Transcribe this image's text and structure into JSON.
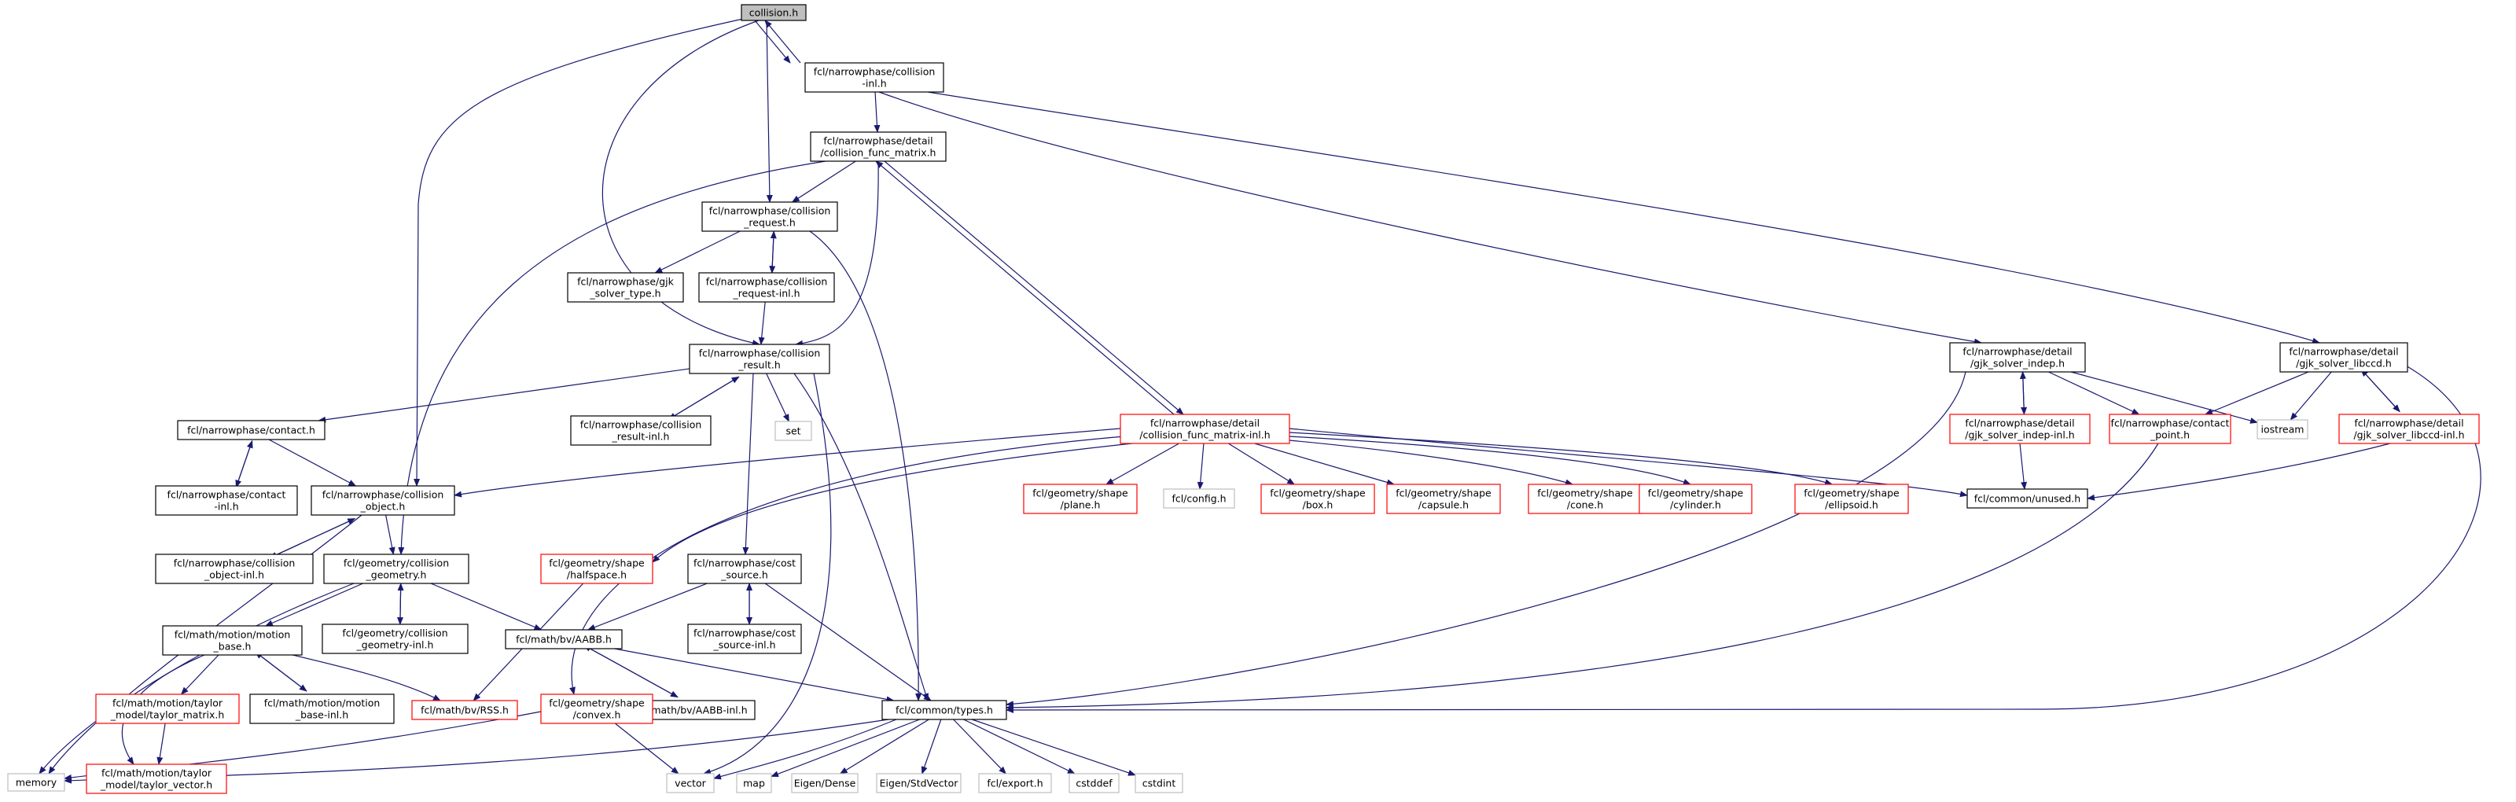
{
  "colors": {
    "node_border_default": "#000000",
    "node_border_red": "#ff0000",
    "node_border_gray": "#bfbfbf",
    "root_fill": "#bfbfbf",
    "edge": "#191970",
    "text": "#000000",
    "background": "#ffffff"
  },
  "nodes": {
    "collision_h": {
      "lines": [
        "collision.h"
      ],
      "style": "root"
    },
    "collision_inl": {
      "lines": [
        "fcl/narrowphase/collision",
        "-inl.h"
      ],
      "style": "black"
    },
    "collision_func_matrix": {
      "lines": [
        "fcl/narrowphase/detail",
        "/collision_func_matrix.h"
      ],
      "style": "black"
    },
    "collision_request": {
      "lines": [
        "fcl/narrowphase/collision",
        "_request.h"
      ],
      "style": "black"
    },
    "gjk_solver_type": {
      "lines": [
        "fcl/narrowphase/gjk",
        "_solver_type.h"
      ],
      "style": "black"
    },
    "collision_request_inl": {
      "lines": [
        "fcl/narrowphase/collision",
        "_request-inl.h"
      ],
      "style": "black"
    },
    "collision_result": {
      "lines": [
        "fcl/narrowphase/collision",
        "_result.h"
      ],
      "style": "black"
    },
    "collision_result_inl": {
      "lines": [
        "fcl/narrowphase/collision",
        "_result-inl.h"
      ],
      "style": "black"
    },
    "set": {
      "lines": [
        "set"
      ],
      "style": "gray"
    },
    "contact_h": {
      "lines": [
        "fcl/narrowphase/contact.h"
      ],
      "style": "black"
    },
    "contact_inl": {
      "lines": [
        "fcl/narrowphase/contact",
        "-inl.h"
      ],
      "style": "black"
    },
    "collision_object": {
      "lines": [
        "fcl/narrowphase/collision",
        "_object.h"
      ],
      "style": "black"
    },
    "collision_object_inl": {
      "lines": [
        "fcl/narrowphase/collision",
        "_object-inl.h"
      ],
      "style": "black"
    },
    "collision_geometry": {
      "lines": [
        "fcl/geometry/collision",
        "_geometry.h"
      ],
      "style": "black"
    },
    "collision_geometry_inl": {
      "lines": [
        "fcl/geometry/collision",
        "_geometry-inl.h"
      ],
      "style": "black"
    },
    "motion_base": {
      "lines": [
        "fcl/math/motion/motion",
        "_base.h"
      ],
      "style": "black"
    },
    "taylor_matrix": {
      "lines": [
        "fcl/math/motion/taylor",
        "_model/taylor_matrix.h"
      ],
      "style": "red"
    },
    "motion_base_inl": {
      "lines": [
        "fcl/math/motion/motion",
        "_base-inl.h"
      ],
      "style": "black"
    },
    "taylor_vector": {
      "lines": [
        "fcl/math/motion/taylor",
        "_model/taylor_vector.h"
      ],
      "style": "red"
    },
    "memory": {
      "lines": [
        "memory"
      ],
      "style": "gray"
    },
    "aabb_h": {
      "lines": [
        "fcl/math/bv/AABB.h"
      ],
      "style": "black"
    },
    "aabb_inl": {
      "lines": [
        "fcl/math/bv/AABB-inl.h"
      ],
      "style": "black"
    },
    "rss_h": {
      "lines": [
        "fcl/math/bv/RSS.h"
      ],
      "style": "red"
    },
    "halfspace": {
      "lines": [
        "fcl/geometry/shape",
        "/halfspace.h"
      ],
      "style": "red"
    },
    "convex": {
      "lines": [
        "fcl/geometry/shape",
        "/convex.h"
      ],
      "style": "red"
    },
    "cost_source": {
      "lines": [
        "fcl/narrowphase/cost",
        "_source.h"
      ],
      "style": "black"
    },
    "cost_source_inl": {
      "lines": [
        "fcl/narrowphase/cost",
        "_source-inl.h"
      ],
      "style": "black"
    },
    "types_h": {
      "lines": [
        "fcl/common/types.h"
      ],
      "style": "black"
    },
    "vector": {
      "lines": [
        "vector"
      ],
      "style": "gray"
    },
    "map": {
      "lines": [
        "map"
      ],
      "style": "gray"
    },
    "eigen_dense": {
      "lines": [
        "Eigen/Dense"
      ],
      "style": "gray"
    },
    "eigen_stdvector": {
      "lines": [
        "Eigen/StdVector"
      ],
      "style": "gray"
    },
    "export_h": {
      "lines": [
        "fcl/export.h"
      ],
      "style": "gray"
    },
    "cstddef": {
      "lines": [
        "cstddef"
      ],
      "style": "gray"
    },
    "cstdint": {
      "lines": [
        "cstdint"
      ],
      "style": "gray"
    },
    "collision_func_matrix_inl": {
      "lines": [
        "fcl/narrowphase/detail",
        "/collision_func_matrix-inl.h"
      ],
      "style": "red"
    },
    "plane": {
      "lines": [
        "fcl/geometry/shape",
        "/plane.h"
      ],
      "style": "red"
    },
    "config_h": {
      "lines": [
        "fcl/config.h"
      ],
      "style": "gray"
    },
    "box": {
      "lines": [
        "fcl/geometry/shape",
        "/box.h"
      ],
      "style": "red"
    },
    "capsule": {
      "lines": [
        "fcl/geometry/shape",
        "/capsule.h"
      ],
      "style": "red"
    },
    "cone": {
      "lines": [
        "fcl/geometry/shape",
        "/cone.h"
      ],
      "style": "red"
    },
    "cylinder": {
      "lines": [
        "fcl/geometry/shape",
        "/cylinder.h"
      ],
      "style": "red"
    },
    "ellipsoid": {
      "lines": [
        "fcl/geometry/shape",
        "/ellipsoid.h"
      ],
      "style": "red"
    },
    "unused_h": {
      "lines": [
        "fcl/common/unused.h"
      ],
      "style": "black"
    },
    "gjk_solver_indep": {
      "lines": [
        "fcl/narrowphase/detail",
        "/gjk_solver_indep.h"
      ],
      "style": "black"
    },
    "gjk_solver_indep_inl": {
      "lines": [
        "fcl/narrowphase/detail",
        "/gjk_solver_indep-inl.h"
      ],
      "style": "red"
    },
    "contact_point": {
      "lines": [
        "fcl/narrowphase/contact",
        "_point.h"
      ],
      "style": "red"
    },
    "iostream": {
      "lines": [
        "iostream"
      ],
      "style": "gray"
    },
    "gjk_solver_libccd": {
      "lines": [
        "fcl/narrowphase/detail",
        "/gjk_solver_libccd.h"
      ],
      "style": "black"
    },
    "gjk_solver_libccd_inl": {
      "lines": [
        "fcl/narrowphase/detail",
        "/gjk_solver_libccd-inl.h"
      ],
      "style": "red"
    }
  },
  "edges": [
    [
      "collision_h",
      "collision_inl"
    ],
    [
      "collision_inl",
      "collision_h"
    ],
    [
      "collision_h",
      "collision_request"
    ],
    [
      "collision_h",
      "collision_result"
    ],
    [
      "collision_h",
      "collision_object"
    ],
    [
      "collision_inl",
      "collision_func_matrix"
    ],
    [
      "collision_inl",
      "gjk_solver_indep"
    ],
    [
      "collision_inl",
      "gjk_solver_libccd"
    ],
    [
      "collision_func_matrix",
      "collision_request"
    ],
    [
      "collision_func_matrix",
      "collision_result"
    ],
    [
      "collision_func_matrix",
      "collision_geometry"
    ],
    [
      "collision_func_matrix",
      "collision_func_matrix_inl"
    ],
    [
      "collision_func_matrix_inl",
      "collision_func_matrix"
    ],
    [
      "collision_request",
      "gjk_solver_type"
    ],
    [
      "collision_request",
      "collision_request_inl"
    ],
    [
      "collision_request_inl",
      "collision_request"
    ],
    [
      "collision_request",
      "types_h"
    ],
    [
      "collision_request_inl",
      "collision_result"
    ],
    [
      "collision_result",
      "collision_result_inl"
    ],
    [
      "collision_result_inl",
      "collision_result"
    ],
    [
      "collision_result",
      "set"
    ],
    [
      "collision_result",
      "contact_h"
    ],
    [
      "collision_result",
      "cost_source"
    ],
    [
      "collision_result",
      "types_h"
    ],
    [
      "collision_result",
      "vector"
    ],
    [
      "contact_h",
      "contact_inl"
    ],
    [
      "contact_inl",
      "contact_h"
    ],
    [
      "contact_h",
      "collision_object"
    ],
    [
      "collision_object",
      "collision_object_inl"
    ],
    [
      "collision_object_inl",
      "collision_object"
    ],
    [
      "collision_object",
      "collision_geometry"
    ],
    [
      "collision_object",
      "memory"
    ],
    [
      "collision_geometry",
      "collision_geometry_inl"
    ],
    [
      "collision_geometry_inl",
      "collision_geometry"
    ],
    [
      "collision_geometry",
      "motion_base"
    ],
    [
      "collision_geometry",
      "aabb_h"
    ],
    [
      "collision_geometry",
      "memory"
    ],
    [
      "motion_base",
      "taylor_matrix"
    ],
    [
      "motion_base",
      "motion_base_inl"
    ],
    [
      "motion_base_inl",
      "motion_base"
    ],
    [
      "motion_base",
      "rss_h"
    ],
    [
      "motion_base",
      "taylor_vector"
    ],
    [
      "taylor_matrix",
      "taylor_vector"
    ],
    [
      "aabb_h",
      "aabb_inl"
    ],
    [
      "aabb_inl",
      "aabb_h"
    ],
    [
      "aabb_h",
      "types_h"
    ],
    [
      "halfspace",
      "rss_h"
    ],
    [
      "cost_source",
      "cost_source_inl"
    ],
    [
      "cost_source_inl",
      "cost_source"
    ],
    [
      "cost_source",
      "aabb_h"
    ],
    [
      "cost_source",
      "types_h"
    ],
    [
      "convex",
      "memory"
    ],
    [
      "convex",
      "vector"
    ],
    [
      "types_h",
      "memory"
    ],
    [
      "types_h",
      "vector"
    ],
    [
      "types_h",
      "map"
    ],
    [
      "types_h",
      "eigen_dense"
    ],
    [
      "types_h",
      "eigen_stdvector"
    ],
    [
      "types_h",
      "export_h"
    ],
    [
      "types_h",
      "cstddef"
    ],
    [
      "types_h",
      "cstdint"
    ],
    [
      "collision_func_matrix_inl",
      "collision_object"
    ],
    [
      "collision_func_matrix_inl",
      "halfspace"
    ],
    [
      "collision_func_matrix_inl",
      "plane"
    ],
    [
      "collision_func_matrix_inl",
      "config_h"
    ],
    [
      "collision_func_matrix_inl",
      "box"
    ],
    [
      "collision_func_matrix_inl",
      "capsule"
    ],
    [
      "collision_func_matrix_inl",
      "cone"
    ],
    [
      "collision_func_matrix_inl",
      "cylinder"
    ],
    [
      "collision_func_matrix_inl",
      "ellipsoid"
    ],
    [
      "collision_func_matrix_inl",
      "unused_h"
    ],
    [
      "collision_func_matrix_inl",
      "convex"
    ],
    [
      "gjk_solver_indep",
      "gjk_solver_indep_inl"
    ],
    [
      "gjk_solver_indep_inl",
      "gjk_solver_indep"
    ],
    [
      "gjk_solver_indep",
      "contact_point"
    ],
    [
      "gjk_solver_indep",
      "iostream"
    ],
    [
      "gjk_solver_indep",
      "types_h"
    ],
    [
      "gjk_solver_indep_inl",
      "unused_h"
    ],
    [
      "gjk_solver_libccd",
      "contact_point"
    ],
    [
      "gjk_solver_libccd",
      "iostream"
    ],
    [
      "gjk_solver_libccd",
      "gjk_solver_libccd_inl"
    ],
    [
      "gjk_solver_libccd_inl",
      "gjk_solver_libccd"
    ],
    [
      "gjk_solver_libccd",
      "types_h"
    ],
    [
      "gjk_solver_libccd_inl",
      "unused_h"
    ],
    [
      "contact_point",
      "types_h"
    ]
  ]
}
